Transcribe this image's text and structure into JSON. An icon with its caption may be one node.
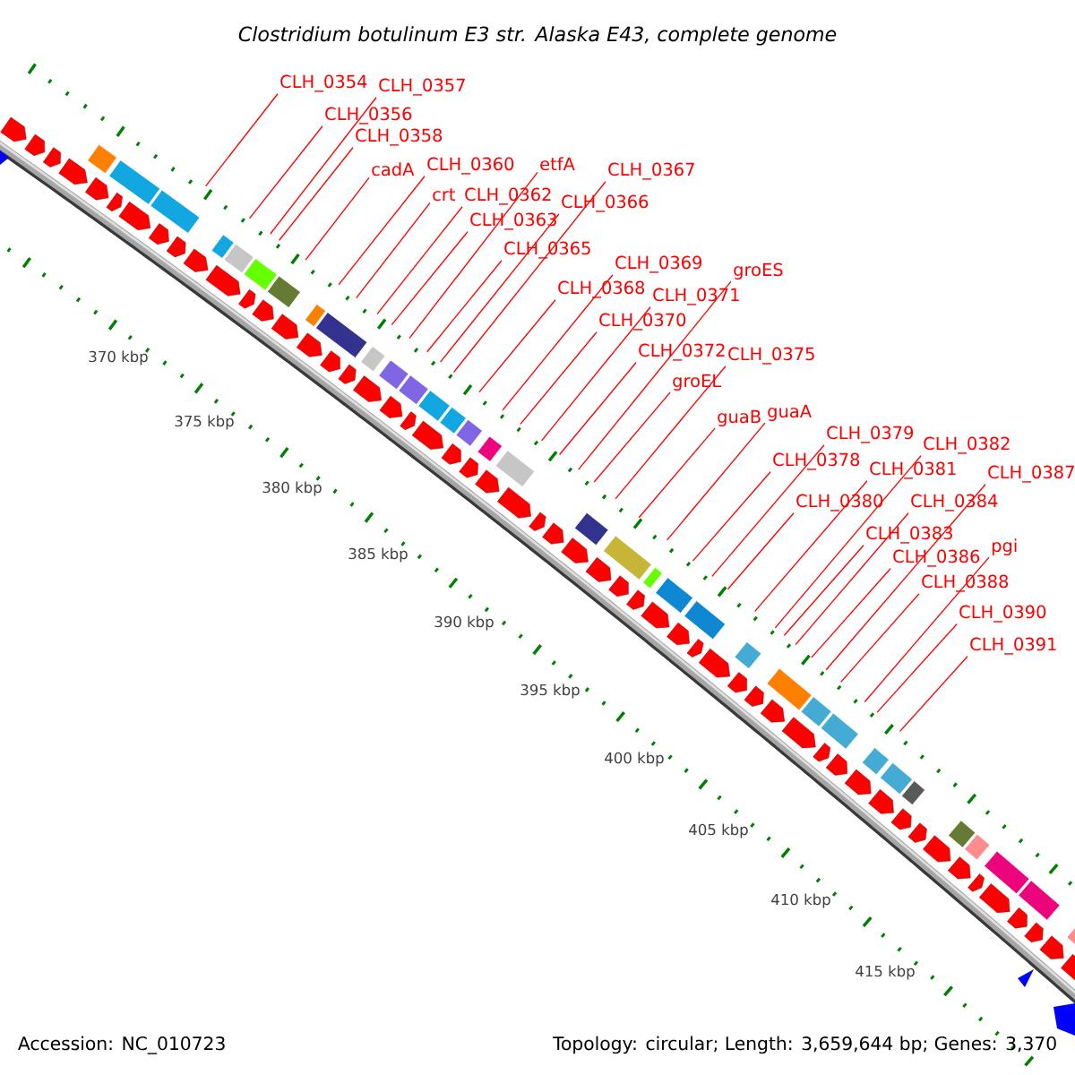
{
  "diagram": {
    "title": "Clostridium botulinum E3 str. Alaska E43, complete genome",
    "nodes": [
      {
        "text": [
          "CLH_0354"
        ]
      },
      {
        "text": [
          "CLH_0357"
        ]
      },
      {
        "text": [
          "CLH_0356"
        ]
      },
      {
        "text": [
          "CLH_0358"
        ]
      },
      {
        "text": [
          "cadA"
        ]
      },
      {
        "text": [
          "CLH_0360"
        ]
      },
      {
        "text": [
          "etfA"
        ]
      },
      {
        "text": [
          "CLH_0367"
        ]
      },
      {
        "text": [
          "crt"
        ]
      },
      {
        "text": [
          "CLH_0362"
        ]
      },
      {
        "text": [
          "CLH_0366"
        ]
      },
      {
        "text": [
          "CLH_0363"
        ]
      },
      {
        "text": [
          "CLH_0365"
        ]
      },
      {
        "text": [
          "CLH_0369"
        ]
      },
      {
        "text": [
          "groES"
        ]
      },
      {
        "text": [
          "CLH_0368"
        ]
      },
      {
        "text": [
          "CLH_0371"
        ]
      },
      {
        "text": [
          "CLH_0370"
        ]
      },
      {
        "text": [
          "CLH_0372"
        ]
      },
      {
        "text": [
          "CLH_0375"
        ]
      },
      {
        "text": [
          "groEL"
        ]
      },
      {
        "text": [
          "guaA"
        ]
      },
      {
        "text": [
          "guaB"
        ]
      },
      {
        "text": [
          "CLH_0379"
        ]
      },
      {
        "text": [
          "CLH_0382"
        ]
      },
      {
        "text": [
          "CLH_0378"
        ]
      },
      {
        "text": [
          "CLH_0381"
        ]
      },
      {
        "text": [
          "CLH_0387"
        ]
      },
      {
        "text": [
          "CLH_0380"
        ]
      },
      {
        "text": [
          "CLH_0384"
        ]
      },
      {
        "text": [
          "CLH_0383"
        ]
      },
      {
        "text": [
          "pgi"
        ]
      },
      {
        "text": [
          "CLH_0386"
        ]
      },
      {
        "text": [
          "CLH_0388"
        ]
      },
      {
        "text": [
          "CLH_0390"
        ]
      },
      {
        "text": [
          "CLH_0391"
        ]
      }
    ],
    "edges": [
      {
        "from": 0,
        "to": null,
        "arrow": "none"
      },
      {
        "from": 1,
        "to": null,
        "arrow": "none"
      },
      {
        "from": 2,
        "to": null,
        "arrow": "none"
      },
      {
        "from": 3,
        "to": null,
        "arrow": "none"
      },
      {
        "from": 4,
        "to": null,
        "arrow": "none"
      },
      {
        "from": 5,
        "to": null,
        "arrow": "none"
      },
      {
        "from": 6,
        "to": null,
        "arrow": "none"
      },
      {
        "from": 7,
        "to": null,
        "arrow": "none"
      },
      {
        "from": 8,
        "to": null,
        "arrow": "none"
      },
      {
        "from": 9,
        "to": null,
        "arrow": "none"
      },
      {
        "from": 10,
        "to": null,
        "arrow": "none"
      },
      {
        "from": 11,
        "to": null,
        "arrow": "none"
      },
      {
        "from": 12,
        "to": null,
        "arrow": "none"
      },
      {
        "from": 13,
        "to": null,
        "arrow": "none"
      },
      {
        "from": 14,
        "to": null,
        "arrow": "none"
      },
      {
        "from": 15,
        "to": null,
        "arrow": "none"
      },
      {
        "from": 16,
        "to": null,
        "arrow": "none"
      },
      {
        "from": 17,
        "to": null,
        "arrow": "none"
      },
      {
        "from": 18,
        "to": null,
        "arrow": "none"
      },
      {
        "from": 19,
        "to": null,
        "arrow": "none"
      },
      {
        "from": 20,
        "to": null,
        "arrow": "none"
      },
      {
        "from": 21,
        "to": null,
        "arrow": "none"
      },
      {
        "from": 22,
        "to": null,
        "arrow": "none"
      },
      {
        "from": 23,
        "to": null,
        "arrow": "none"
      },
      {
        "from": 24,
        "to": null,
        "arrow": "none"
      },
      {
        "from": 25,
        "to": null,
        "arrow": "none"
      },
      {
        "from": 26,
        "to": null,
        "arrow": "none"
      },
      {
        "from": 27,
        "to": null,
        "arrow": "none"
      },
      {
        "from": 28,
        "to": null,
        "arrow": "none"
      },
      {
        "from": 29,
        "to": null,
        "arrow": "none"
      },
      {
        "from": 30,
        "to": null,
        "arrow": "none"
      },
      {
        "from": 31,
        "to": null,
        "arrow": "none"
      },
      {
        "from": 32,
        "to": null,
        "arrow": "none"
      },
      {
        "from": 33,
        "to": null,
        "arrow": "none"
      },
      {
        "from": 34,
        "to": null,
        "arrow": "none"
      },
      {
        "from": 35,
        "to": null,
        "arrow": "none"
      }
    ],
    "labels": [
      "370 kbp",
      "375 kbp",
      "380 kbp",
      "385 kbp",
      "390 kbp",
      "395 kbp",
      "400 kbp",
      "405 kbp",
      "410 kbp",
      "415 kbp",
      "Accession: NC_010723",
      "Topology: circular; Length: 3,659,644 bp; Genes: 3,370"
    ]
  }
}
